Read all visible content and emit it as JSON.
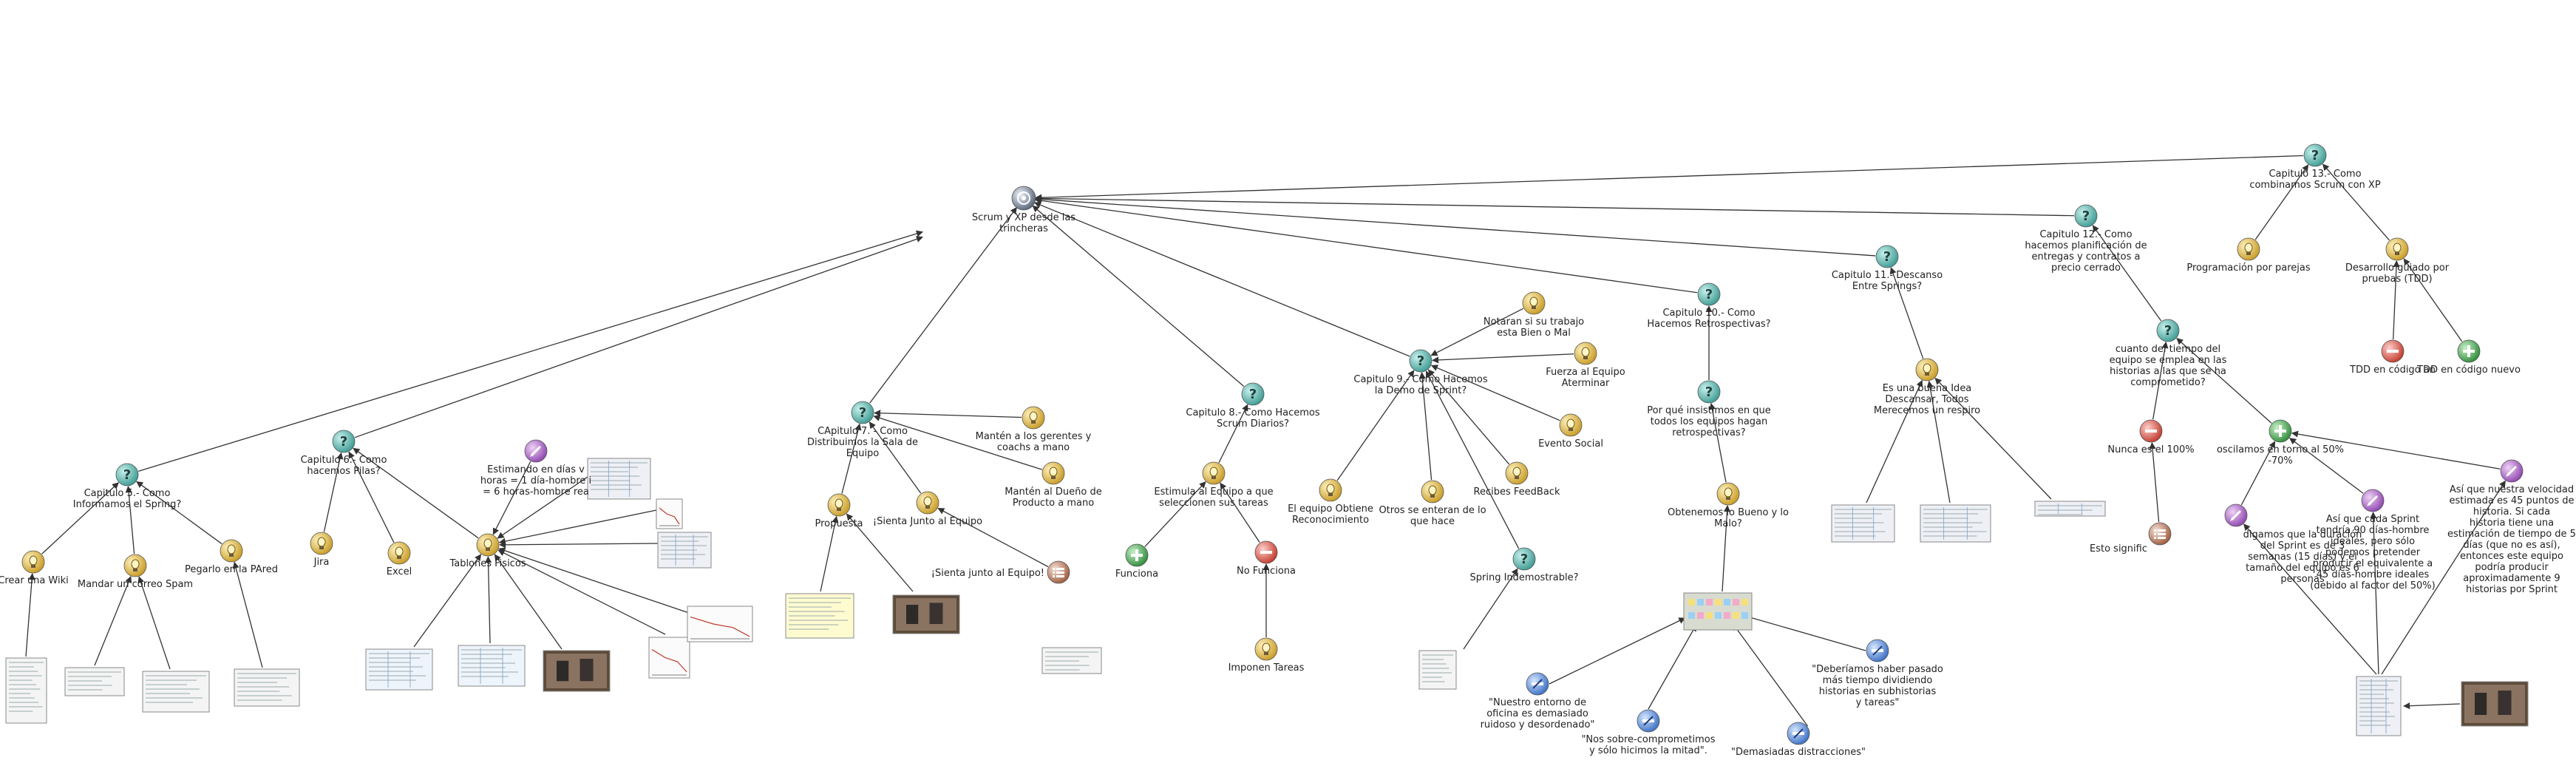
{
  "root": {
    "label": [
      "Scrum y XP desde las",
      "trincheras"
    ]
  },
  "chapters": {
    "c5": {
      "label": [
        "Capitulo 5.- Como",
        "Informamos el Spring?"
      ]
    },
    "c6": {
      "label": [
        "Capitulo 6.- Como",
        "hacemos Pilas?"
      ]
    },
    "c7": {
      "label": [
        "CApitulo 7. - Como",
        "Distribuimos la Sala de",
        "Equipo"
      ]
    },
    "c8": {
      "label": [
        "Capitulo 8.- Como Hacemos",
        "Scrum Diarios?"
      ]
    },
    "c9": {
      "label": [
        "Capitulo 9.- Como Hacemos",
        "la Demo de Sprint?"
      ]
    },
    "c10": {
      "label": [
        "Capitulo 10.- Como",
        "Hacemos Retrospectivas?"
      ]
    },
    "c11": {
      "label": [
        "Capitulo 11.- Descanso",
        "Entre Springs?"
      ]
    },
    "c12": {
      "label": [
        "Capitulo 12.- Como",
        "hacemos planificación de",
        "entregas y contratos a",
        "precio cerrado"
      ]
    },
    "c13": {
      "label": [
        "Capitulo 13.- Como",
        "combinamos Scrum con XP"
      ]
    }
  },
  "nodes": {
    "wiki": {
      "label": [
        "Crear una Wiki"
      ]
    },
    "spam": {
      "label": [
        "Mandar un correo Spam"
      ]
    },
    "pared": {
      "label": [
        "Pegarlo en la PAred"
      ]
    },
    "jira": {
      "label": [
        "Jira"
      ]
    },
    "excel": {
      "label": [
        "Excel"
      ]
    },
    "tablones": {
      "label": [
        "Tablones Fisicos"
      ]
    },
    "estimando": {
      "label": [
        "Estimando en días v",
        "horas = 1 día-hombre i",
        "= 6 horas-hombre rea"
      ]
    },
    "propuesta": {
      "label": [
        "Propuesta"
      ]
    },
    "sienta1": {
      "label": [
        "¡Sienta Junto al Equipo"
      ]
    },
    "sienta2": {
      "label": [
        "¡Sienta junto al Equipo!"
      ]
    },
    "gerentes": {
      "label": [
        "Mantén a los gerentes y",
        "coachs a mano"
      ]
    },
    "dueno": {
      "label": [
        "Mantén al Dueño de",
        "Producto a mano"
      ]
    },
    "estimula": {
      "label": [
        "Estimula al Equipo a que",
        "seleccionen sus tareas"
      ]
    },
    "funciona": {
      "label": [
        "Funciona"
      ]
    },
    "nofunciona": {
      "label": [
        "No Funciona"
      ]
    },
    "imponen": {
      "label": [
        "Imponen Tareas"
      ]
    },
    "reconocimiento": {
      "label": [
        "El equipo Obtiene",
        "Reconocimiento"
      ]
    },
    "otros": {
      "label": [
        "Otros se enteran de lo",
        "que hace"
      ]
    },
    "feedback": {
      "label": [
        "Recibes FeedBack"
      ]
    },
    "social": {
      "label": [
        "Evento Social"
      ]
    },
    "notaran": {
      "label": [
        "Notaran si su trabajo",
        "esta Bien o Mal"
      ]
    },
    "fuerza": {
      "label": [
        "Fuerza al Equipo",
        "Aterminar"
      ]
    },
    "indemostrable": {
      "label": [
        "Spring Indemostrable?"
      ]
    },
    "insistimos": {
      "label": [
        "Por qué insistimos en que",
        "todos los equipos hagan",
        "retrospectivas?"
      ]
    },
    "obtenemos": {
      "label": [
        "Obtenemos lo Bueno y lo",
        "Malo?"
      ]
    },
    "entorno": {
      "label": [
        "\"Nuestro entorno de",
        "oficina es demasiado",
        "ruidoso y desordenado\""
      ]
    },
    "sobre": {
      "label": [
        "\"Nos sobre-comprometimos",
        "y sólo hicimos la mitad\"."
      ]
    },
    "debiamos": {
      "label": [
        "\"Deberíamos haber pasado",
        "más tiempo dividiendo",
        "historias en subhistorias",
        "y tareas\""
      ]
    },
    "distracciones": {
      "label": [
        "\"Demasiadas distracciones\""
      ]
    },
    "descanso": {
      "label": [
        "Es una buena Idea",
        "Descansar, Todos",
        "Merecemos un respiro"
      ]
    },
    "cuanto": {
      "label": [
        "cuanto del tiempo del",
        "equipo se emplea en las",
        "historias a las que se ha",
        "comprometido?"
      ]
    },
    "nunca": {
      "label": [
        "Nunca es el 100%"
      ]
    },
    "oscilamos": {
      "label": [
        "oscilamos en torno al 50%",
        "-70%"
      ]
    },
    "esto": {
      "label": [
        "Esto signific"
      ]
    },
    "digamos": {
      "label": [
        "digamos que la duración",
        "del Sprint es de 3",
        "semanas (15 días) y el",
        "tamaño del equipo es 6",
        "personas"
      ]
    },
    "asique": {
      "label": [
        "Así que cada Sprint",
        "tendría 90 días-hombre",
        "ideales, pero sólo",
        "podemos pretender",
        "producir el equivalente a",
        "45 días-hombre ideales",
        "(debido al factor del 50%)"
      ]
    },
    "velocidad": {
      "label": [
        "Así que nuestra velocidad",
        "estimada es 45 puntos de",
        "historia. Si cada",
        "historia tiene una",
        "estimación de tiempo de 5",
        "días (que no es así),",
        "entonces este equipo",
        "podría producir",
        "aproximadamente 9",
        "historias por Sprint"
      ]
    },
    "parejas": {
      "label": [
        "Programación por parejas"
      ]
    },
    "tdd": {
      "label": [
        "Desarrollo guiado por",
        "pruebas (TDD)"
      ]
    },
    "tddmal": {
      "label": [
        "TDD en código an"
      ]
    },
    "tddnuevo": {
      "label": [
        "TDD en código nuevo"
      ]
    }
  },
  "colors": {
    "question": "#5ab4ac",
    "idea": "#d9b84a",
    "pro": "#4caf50",
    "con": "#d9534f",
    "argument": "#9b59b6",
    "note": "#5b8fd9",
    "root": "#7d8fa8",
    "edge": "#333333"
  },
  "icons": {
    "question": "question-icon",
    "idea": "lightbulb-icon",
    "pro": "plus-icon",
    "con": "minus-icon",
    "argument": "pencil-icon",
    "note": "note-icon",
    "list": "list-icon"
  }
}
